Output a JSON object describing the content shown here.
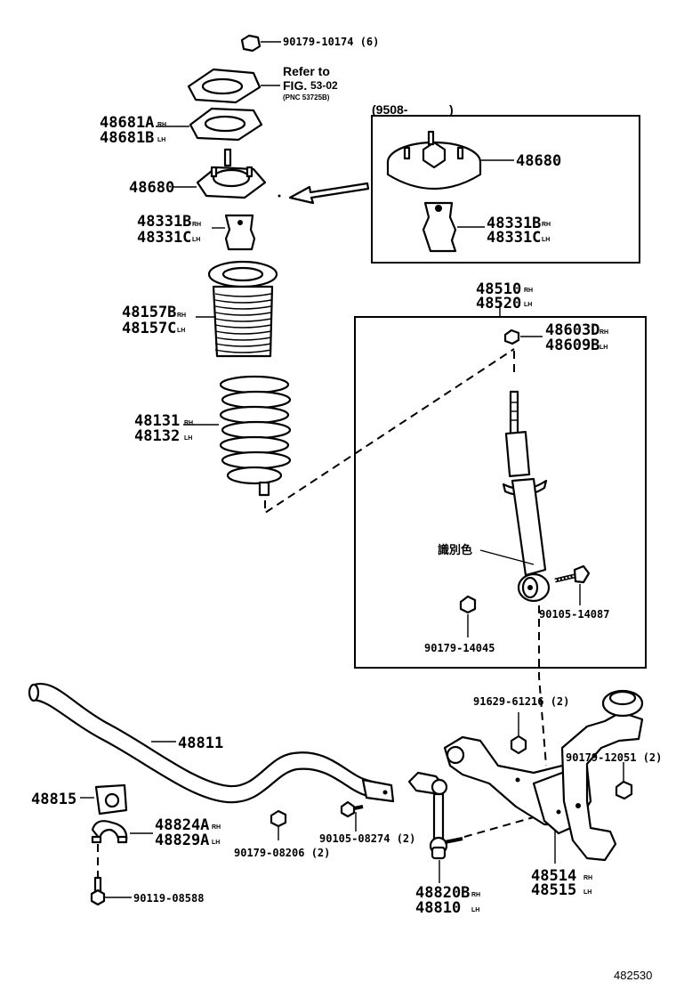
{
  "figure_id": "482530",
  "inset_top": {
    "date_label": "(9508-",
    "date_close": ")"
  },
  "labels": {
    "nut_top": "90179-10174 (6)",
    "refer_line1": "Refer to",
    "refer_line2": "FIG.",
    "refer_fig": "53-02",
    "refer_pnc": "(PNC 53725B)",
    "spacer_a": "48681A",
    "spacer_a_sfx": "RH",
    "spacer_b": "48681B",
    "spacer_b_sfx": "LH",
    "support": "48680",
    "support_inset": "48680",
    "bumper_b": "48331B",
    "bumper_b_sfx": "RH",
    "bumper_c": "48331C",
    "bumper_c_sfx": "LH",
    "bumper_b_inset": "48331B",
    "bumper_b_inset_sfx": "RH",
    "bumper_c_inset": "48331C",
    "bumper_c_inset_sfx": "LH",
    "boot_b": "48157B",
    "boot_b_sfx": "RH",
    "boot_c": "48157C",
    "boot_c_sfx": "LH",
    "spring_1": "48131",
    "spring_1_sfx": "RH",
    "spring_2": "48132",
    "spring_2_sfx": "LH",
    "absorber_1": "48510",
    "absorber_1_sfx": "RH",
    "absorber_2": "48520",
    "absorber_2_sfx": "LH",
    "nut_d": "48603D",
    "nut_d_sfx": "RH",
    "nut_b": "48609B",
    "nut_b_sfx": "LH",
    "ident_color": "識別色",
    "bolt_14087": "90105-14087",
    "nut_14045": "90179-14045",
    "stabilizer_bar": "48811",
    "bushing": "48815",
    "bracket_a": "48824A",
    "bracket_a_sfx": "RH",
    "bracket_b": "48829A",
    "bracket_b_sfx": "LH",
    "nut_08206": "90179-08206 (2)",
    "bolt_08274": "90105-08274 (2)",
    "bolt_08588": "90119-08588",
    "link_b": "48820B",
    "link_b_sfx": "RH",
    "link_2": "48810",
    "link_2_sfx": "LH",
    "pin_61216": "91629-61216 (2)",
    "nut_12051": "90179-12051 (2)",
    "arm_1": "48514",
    "arm_1_sfx": "RH",
    "arm_2": "48515",
    "arm_2_sfx": "LH"
  }
}
